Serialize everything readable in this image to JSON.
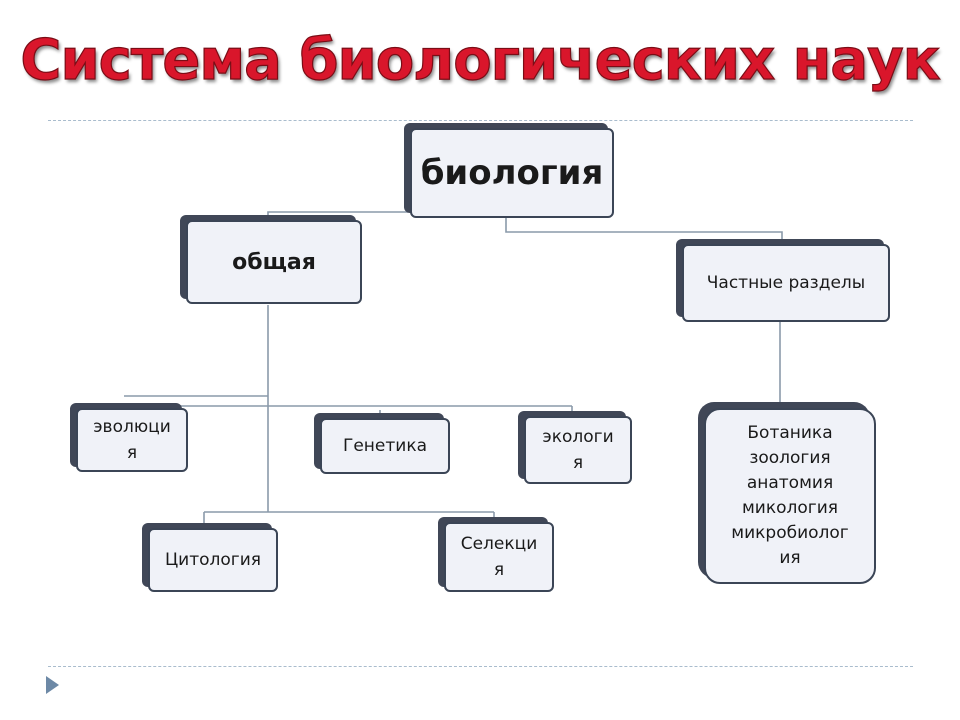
{
  "title": "Система биологических наук",
  "nodes": {
    "biology": "биология",
    "general": "общая",
    "specific": "Частные разделы",
    "evolution": "эволюци\nя",
    "genetics": "Генетика",
    "ecology": "экологи\nя",
    "cytology": "Цитология",
    "selection": "Селекци\nя",
    "branches": "Ботаника\nзоология\nанатомия\nмикология\nмикробиолог\nия"
  },
  "colors": {
    "title": "#d9162b",
    "node_fill": "#f0f2f8",
    "node_border": "#3b4556",
    "connector": "#8a9aaa",
    "rule": "#a9bccd"
  }
}
